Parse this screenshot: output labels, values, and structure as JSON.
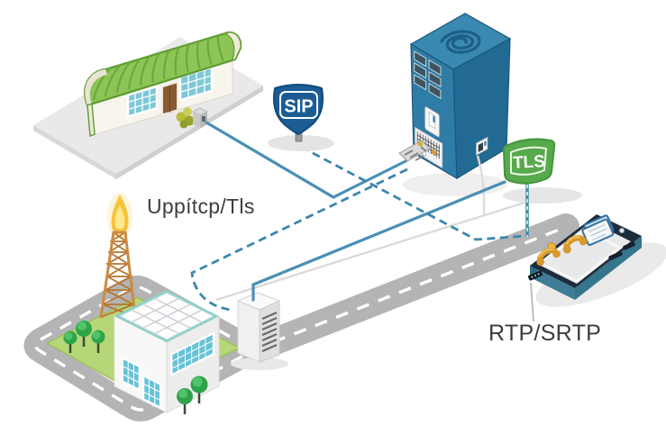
{
  "diagram": {
    "background": "#ffffff",
    "badges": {
      "sip": {
        "text": "SIP",
        "fill": "#1b5c95"
      },
      "tls": {
        "text": "TLS",
        "fill": "#57aa4b"
      }
    },
    "labels": {
      "transport": "Uppítcp/Tls",
      "media": "RTP/SRTP"
    },
    "colors": {
      "solid_link": "#4a8fb5",
      "dashed_link": "#3c86ae",
      "road": "#b4b4b6",
      "road_dash": "#ffffff",
      "grass": "#b6d677",
      "server_front": "#2f7ca6",
      "server_side": "#226a92",
      "server_top": "#3a89b0",
      "barn_roof": "#8cc455",
      "flame": "#f6c33c",
      "phone_body": "#3e7d95",
      "label_text": "#3d3d3d"
    },
    "icons": [
      "office-building",
      "sip-protocol-badge",
      "sbc-server-tower",
      "tls-protocol-badge",
      "smartphone",
      "radio-tower-flame",
      "telecom-facility-building",
      "street-cabinet",
      "road-loop",
      "trees",
      "handset-icon",
      "sim-card-icon"
    ]
  }
}
